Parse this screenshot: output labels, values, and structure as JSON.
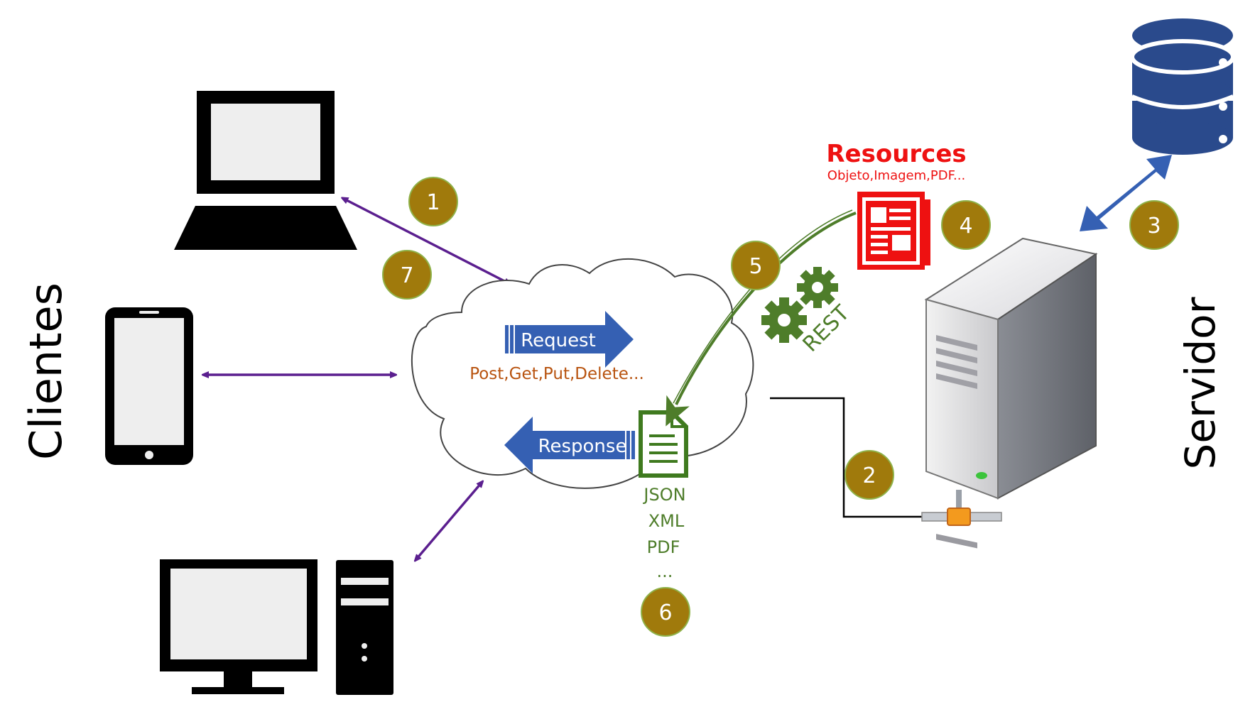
{
  "labels": {
    "clientes": "Clientes",
    "servidor": "Servidor",
    "request": "Request",
    "request_methods": "Post,Get,Put,Delete...",
    "response": "Response",
    "resources_title": "Resources",
    "resources_sub": "Objeto,Imagem,PDF...",
    "rest": "REST",
    "formats": [
      "JSON",
      "XML",
      "PDF",
      "..."
    ]
  },
  "steps": [
    "1",
    "2",
    "3",
    "4",
    "5",
    "6",
    "7"
  ],
  "colors": {
    "step_badge": "#a07a0c",
    "client_arrow": "#5b1f8f",
    "blue_arrow": "#3560b3",
    "methods_text": "#b8530f",
    "resources_red": "#ee1111",
    "rest_green": "#4e7d2a",
    "database_blue": "#2a4a8c"
  },
  "icons": [
    "laptop-icon",
    "smartphone-icon",
    "desktop-computer-icon",
    "cloud-icon",
    "document-icon",
    "newspaper-icon",
    "gears-icon",
    "database-icon",
    "server-tower-icon",
    "network-connector-icon"
  ]
}
